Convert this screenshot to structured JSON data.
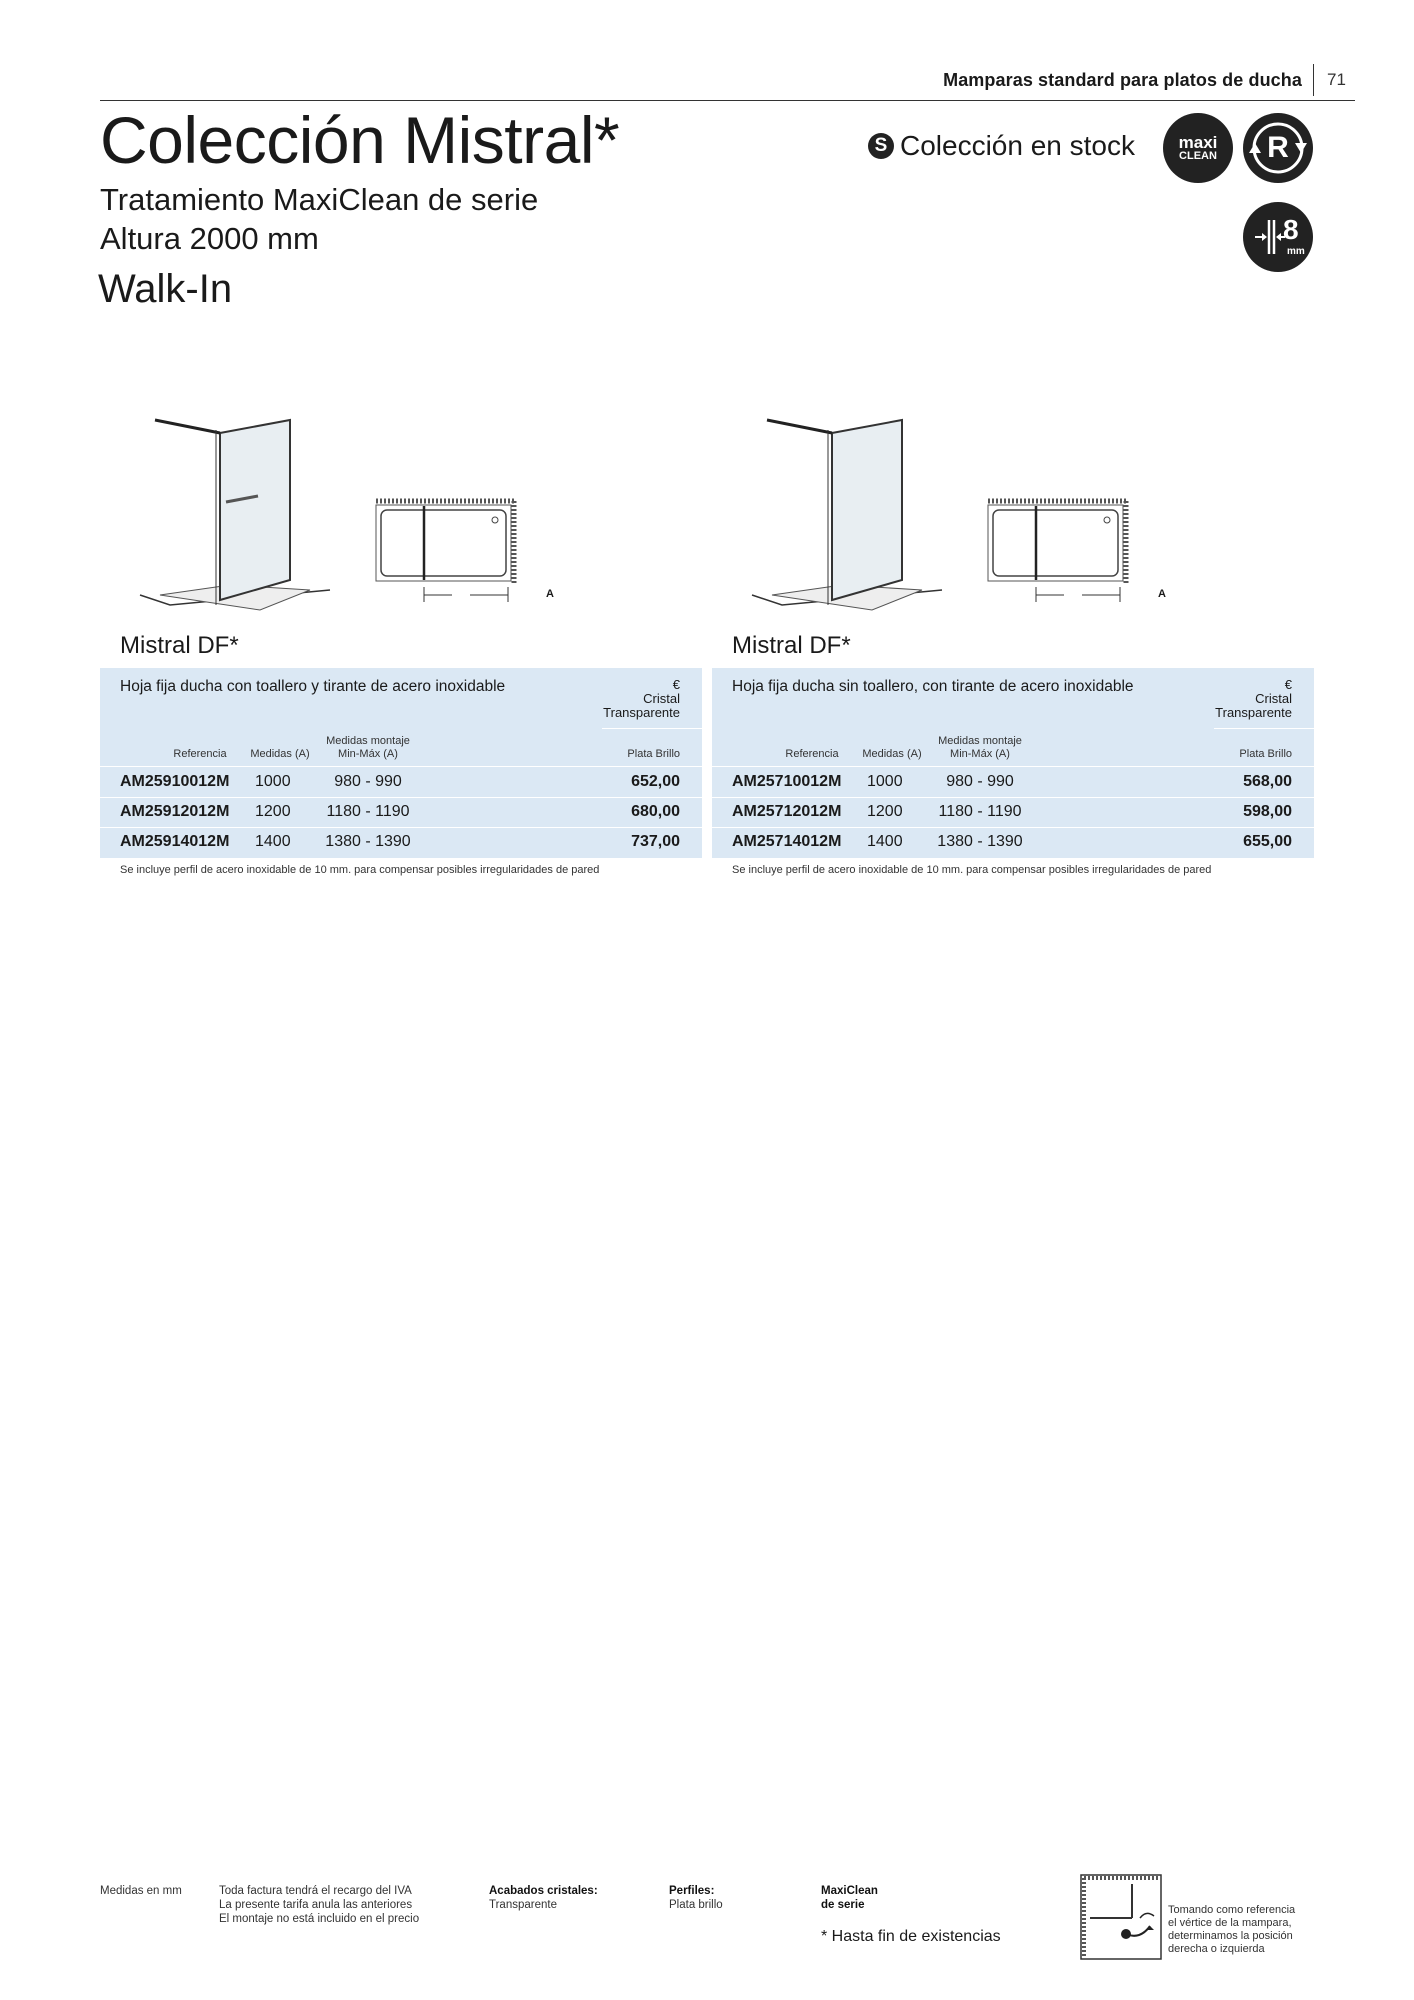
{
  "header": {
    "section_title": "Mamparas standard para platos de ducha",
    "page_number": "71"
  },
  "title": "Colección Mistral*",
  "subtitle_lines": [
    "Tratamiento MaxiClean de serie",
    "Altura 2000 mm"
  ],
  "category": "Walk-In",
  "stock": {
    "badge": "S",
    "label": "Colección en stock"
  },
  "badges": {
    "maxi_top": "maxi",
    "maxi_bottom": "CLEAN",
    "r_label": "R",
    "thickness_value": "8",
    "thickness_unit": "mm"
  },
  "products": [
    {
      "name": "Mistral DF*",
      "description": "Hoja fija ducha con toallero y tirante de acero inoxidable",
      "currency": "€",
      "glass_lines": [
        "Cristal",
        "Transparente"
      ],
      "columns": {
        "ref": "Referencia",
        "med": "Medidas (A)",
        "mont_1": "Medidas montaje",
        "mont_2": "Min-Máx (A)",
        "price": "Plata Brillo"
      },
      "dimension_label": "A",
      "rows": [
        {
          "ref": "AM25910012M",
          "med": "1000",
          "mont": "980 - 990",
          "price": "652,00"
        },
        {
          "ref": "AM25912012M",
          "med": "1200",
          "mont": "1180 - 1190",
          "price": "680,00"
        },
        {
          "ref": "AM25914012M",
          "med": "1400",
          "mont": "1380 - 1390",
          "price": "737,00"
        }
      ],
      "note": "Se incluye perfil de acero inoxidable de 10 mm. para compensar posibles irregularidades de pared"
    },
    {
      "name": "Mistral DF*",
      "description": "Hoja fija ducha sin toallero, con tirante de acero inoxidable",
      "currency": "€",
      "glass_lines": [
        "Cristal",
        "Transparente"
      ],
      "columns": {
        "ref": "Referencia",
        "med": "Medidas (A)",
        "mont_1": "Medidas montaje",
        "mont_2": "Min-Máx (A)",
        "price": "Plata Brillo"
      },
      "dimension_label": "A",
      "rows": [
        {
          "ref": "AM25710012M",
          "med": "1000",
          "mont": "980 - 990",
          "price": "568,00"
        },
        {
          "ref": "AM25712012M",
          "med": "1200",
          "mont": "1180 - 1190",
          "price": "598,00"
        },
        {
          "ref": "AM25714012M",
          "med": "1400",
          "mont": "1380 - 1390",
          "price": "655,00"
        }
      ],
      "note": "Se incluye perfil de acero inoxidable de 10 mm. para compensar posibles irregularidades de pared"
    }
  ],
  "footer": {
    "units": "Medidas en mm",
    "invoice_lines": [
      "Toda factura tendrá el recargo del IVA",
      "La presente tarifa anula las anteriores",
      "El montaje no está incluido en el precio"
    ],
    "glass_finish_label": "Acabados cristales",
    "glass_finish_value": "Transparente",
    "profiles_label": "Perfiles",
    "profiles_value": "Plata brillo",
    "maxiclean_lines": [
      "MaxiClean",
      "de serie"
    ],
    "stock_note": "* Hasta fin de existencias",
    "orientation_lines": [
      "Tomando como referencia",
      "el vértice de la mampara,",
      "determinamos la posición",
      "derecha o izquierda"
    ]
  },
  "colors": {
    "table_bg": "#dbe8f4",
    "text": "#1a1a1a",
    "badge_bg": "#222222"
  }
}
